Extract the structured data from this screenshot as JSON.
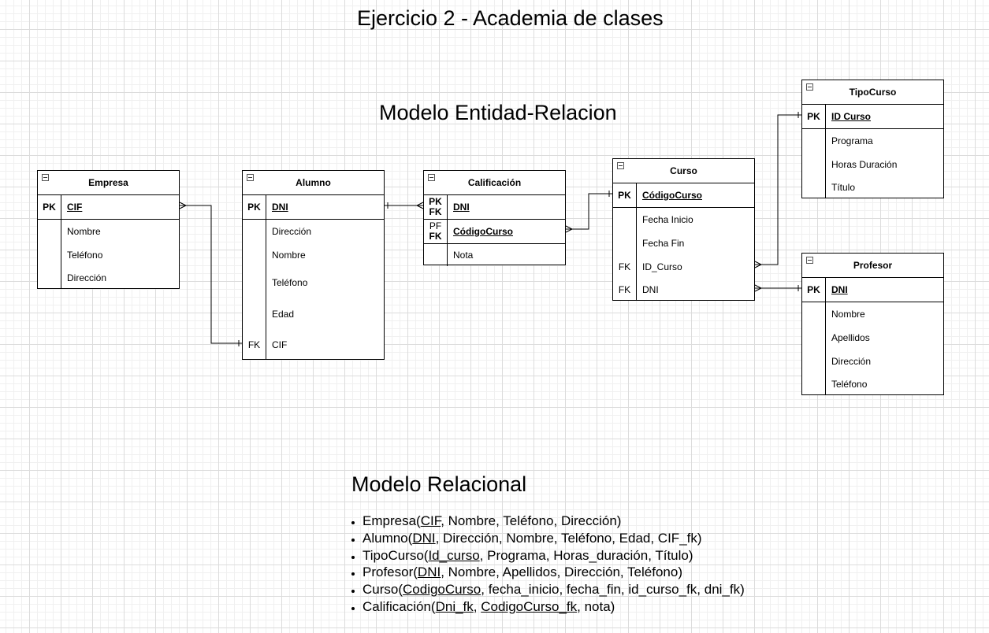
{
  "title": "Ejercicio 2 - Academia de clases",
  "er_title": "Modelo Entidad-Relacion",
  "relational_title": "Modelo Relacional",
  "tables": {
    "empresa": {
      "name": "Empresa",
      "pk_key": "PK",
      "pk_field": "CIF",
      "fields": [
        "Nombre",
        "Teléfono",
        "Dirección"
      ]
    },
    "alumno": {
      "name": "Alumno",
      "pk_key": "PK",
      "pk_field": "DNI",
      "fields": [
        "Dirección",
        "Nombre",
        "Teléfono",
        "Edad"
      ],
      "fk_key": "FK",
      "fk_field": "CIF"
    },
    "calificacion": {
      "name": "Calificación",
      "row1_key_a": "PK",
      "row1_key_b": "FK",
      "row1_field": "DNI",
      "row2_key_a": "PF",
      "row2_key_b": "FK",
      "row2_field": "CódigoCurso",
      "fields": [
        "Nota"
      ]
    },
    "curso": {
      "name": "Curso",
      "pk_key": "PK",
      "pk_field": "CódigoCurso",
      "fields": [
        "Fecha Inicio",
        "Fecha Fin"
      ],
      "fk1_key": "FK",
      "fk1_field": "ID_Curso",
      "fk2_key": "FK",
      "fk2_field": "DNI"
    },
    "tipocurso": {
      "name": "TipoCurso",
      "pk_key": "PK",
      "pk_field": "ID Curso",
      "fields": [
        "Programa",
        "Horas Duración",
        "Título"
      ]
    },
    "profesor": {
      "name": "Profesor",
      "pk_key": "PK",
      "pk_field": "DNI",
      "fields": [
        "Nombre",
        "Apellidos",
        "Dirección",
        "Teléfono"
      ]
    }
  },
  "relational": {
    "empresa": {
      "name": "Empresa(",
      "keys": [
        "CIF"
      ],
      "rest": ", Nombre, Teléfono, Dirección)"
    },
    "alumno": {
      "name": "Alumno(",
      "keys": [
        "DNI"
      ],
      "rest": ", Dirección, Nombre, Teléfono, Edad, CIF_fk)"
    },
    "tipocurso": {
      "name": "TipoCurso(",
      "keys": [
        "Id_curso"
      ],
      "rest": ", Programa, Horas_duración, Título)"
    },
    "profesor": {
      "name": "Profesor(",
      "keys": [
        "DNI"
      ],
      "rest": ", Nombre, Apellidos, Dirección, Teléfono)"
    },
    "curso": {
      "name": "Curso(",
      "keys": [
        "CodigoCurso"
      ],
      "rest": ", fecha_inicio, fecha_fin, id_curso_fk, dni_fk)"
    },
    "calificacion": {
      "name": "Calificación(",
      "keys": [
        "Dni_fk",
        "CodigoCurso_fk"
      ],
      "sep": ", ",
      "rest": ", nota)"
    }
  }
}
